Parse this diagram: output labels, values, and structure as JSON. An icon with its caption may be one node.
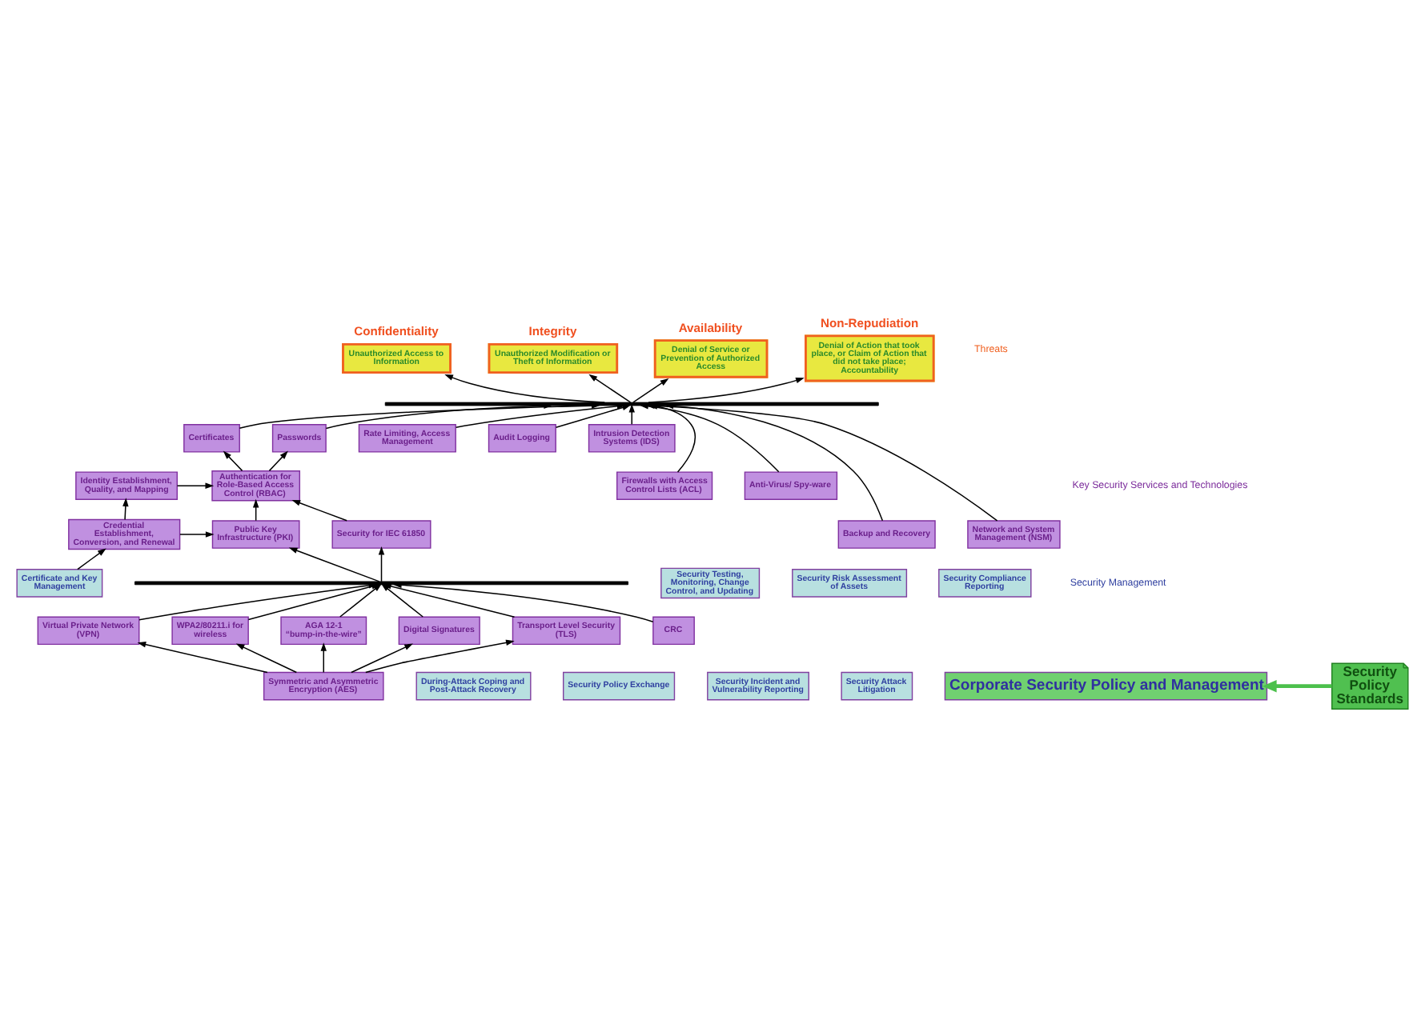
{
  "diagram": {
    "nodes": [
      {
        "text": [
          "Confidentiality",
          "Unauthorized Access to Information"
        ]
      },
      {
        "text": [
          "Integrity",
          "Unauthorized Modification or Theft of Information"
        ]
      },
      {
        "text": [
          "Availability",
          "Denial of Service or Prevention of Authorized Access"
        ]
      },
      {
        "text": [
          "Non-Repudiation",
          "Denial of Action that took place, or Claim of Action that did not take place; Accountability"
        ]
      },
      {
        "text": [],
        "shape": "bar"
      },
      {
        "text": [
          "Passwords"
        ]
      },
      {
        "text": [
          "Certificates"
        ]
      },
      {
        "text": [
          "Rate Limiting, Access Management"
        ]
      },
      {
        "text": [
          "Audit Logging"
        ]
      },
      {
        "text": [
          "Intrusion Detection Systems (IDS)"
        ]
      },
      {
        "text": [
          "Identity Establishment, Quality, and Mapping"
        ]
      },
      {
        "text": [
          "Authentication for Role-Based Access Control (RBAC)"
        ]
      },
      {
        "text": [
          "Firewalls with Access Control Lists (ACL)"
        ]
      },
      {
        "text": [
          "Anti-Virus/ Spy-ware"
        ]
      },
      {
        "text": [
          "Credential Establishment, Conversion, and Renewal"
        ]
      },
      {
        "text": [
          "Public Key Infrastructure (PKI)"
        ]
      },
      {
        "text": [
          "Security for IEC 61850"
        ]
      },
      {
        "text": [
          "Backup and Recovery"
        ]
      },
      {
        "text": [
          "Network and System Management (NSM)"
        ]
      },
      {
        "text": [],
        "shape": "bar"
      },
      {
        "text": [
          "Transport Level Security (TLS)"
        ]
      },
      {
        "text": [
          "Virtual Private Network (VPN)"
        ]
      },
      {
        "text": [
          "WPA2/80211.i for wireless"
        ]
      },
      {
        "text": [
          "AGA 12-1 “bump-in-the-wire”"
        ]
      },
      {
        "text": [
          "Digital Signatures"
        ]
      },
      {
        "text": [
          "CRC"
        ]
      },
      {
        "text": [
          "Symmetric and Asymmetric Encryption (AES)"
        ]
      },
      {
        "text": [
          "Certificate and Key Management"
        ]
      },
      {
        "text": [
          "Security Testing, Monitoring, Change Control, and Updating"
        ]
      },
      {
        "text": [
          "Security Risk Assessment of Assets"
        ]
      },
      {
        "text": [
          "Security Compliance Reporting"
        ]
      },
      {
        "text": [
          "During-Attack Coping and Post-Attack Recovery"
        ]
      },
      {
        "text": [
          "Security Policy Exchange"
        ]
      },
      {
        "text": [
          "Security Incident and Vulnerability Reporting"
        ]
      },
      {
        "text": [
          "Security Attack Litigation"
        ]
      },
      {
        "text": [
          "Corporate Security Policy and Management"
        ]
      },
      {
        "text": [
          "Security Policy Standards"
        ]
      }
    ],
    "edges": [
      {
        "from": 4,
        "to": 0,
        "arrow": "to"
      },
      {
        "from": 4,
        "to": 1,
        "arrow": "to"
      },
      {
        "from": 4,
        "to": 2,
        "arrow": "to"
      },
      {
        "from": 4,
        "to": 3,
        "arrow": "to"
      },
      {
        "from": 5,
        "to": 4,
        "arrow": "to"
      },
      {
        "from": 6,
        "to": 4,
        "arrow": "to"
      },
      {
        "from": 7,
        "to": 4,
        "arrow": "to"
      },
      {
        "from": 17,
        "to": 4,
        "arrow": "to"
      },
      {
        "from": 8,
        "to": 4,
        "arrow": "to"
      },
      {
        "from": 12,
        "to": 4,
        "arrow": "to"
      },
      {
        "from": 9,
        "to": 4,
        "arrow": "to"
      },
      {
        "from": 13,
        "to": 4,
        "arrow": "to"
      },
      {
        "from": 18,
        "to": 4,
        "arrow": "to"
      },
      {
        "from": 11,
        "to": 5,
        "arrow": "to"
      },
      {
        "from": 11,
        "to": 6,
        "arrow": "to"
      },
      {
        "from": 10,
        "to": 11,
        "arrow": "to"
      },
      {
        "from": 14,
        "to": 10,
        "arrow": "to"
      },
      {
        "from": 14,
        "to": 15,
        "arrow": "to"
      },
      {
        "from": 15,
        "to": 11,
        "arrow": "to"
      },
      {
        "from": 16,
        "to": 11,
        "arrow": "to"
      },
      {
        "from": 19,
        "to": 15,
        "arrow": "to"
      },
      {
        "from": 19,
        "to": 16,
        "arrow": "to"
      },
      {
        "from": 20,
        "to": 19,
        "arrow": "to"
      },
      {
        "from": 21,
        "to": 19,
        "arrow": "to"
      },
      {
        "from": 22,
        "to": 19,
        "arrow": "to"
      },
      {
        "from": 23,
        "to": 19,
        "arrow": "to"
      },
      {
        "from": 24,
        "to": 19,
        "arrow": "to"
      },
      {
        "from": 25,
        "to": 19,
        "arrow": "to"
      },
      {
        "from": 26,
        "to": 20,
        "arrow": "to"
      },
      {
        "from": 26,
        "to": 21,
        "arrow": "to"
      },
      {
        "from": 26,
        "to": 22,
        "arrow": "to"
      },
      {
        "from": 26,
        "to": 23,
        "arrow": "to"
      },
      {
        "from": 26,
        "to": 24,
        "arrow": "to"
      },
      {
        "from": 27,
        "to": 14,
        "arrow": "to"
      },
      {
        "from": 36,
        "to": 35,
        "arrow": "to",
        "style": "thick",
        "color": "#4cc04c"
      }
    ],
    "labels": [
      "Threats",
      "Key Security Services and Technologies",
      "Security Management"
    ]
  }
}
